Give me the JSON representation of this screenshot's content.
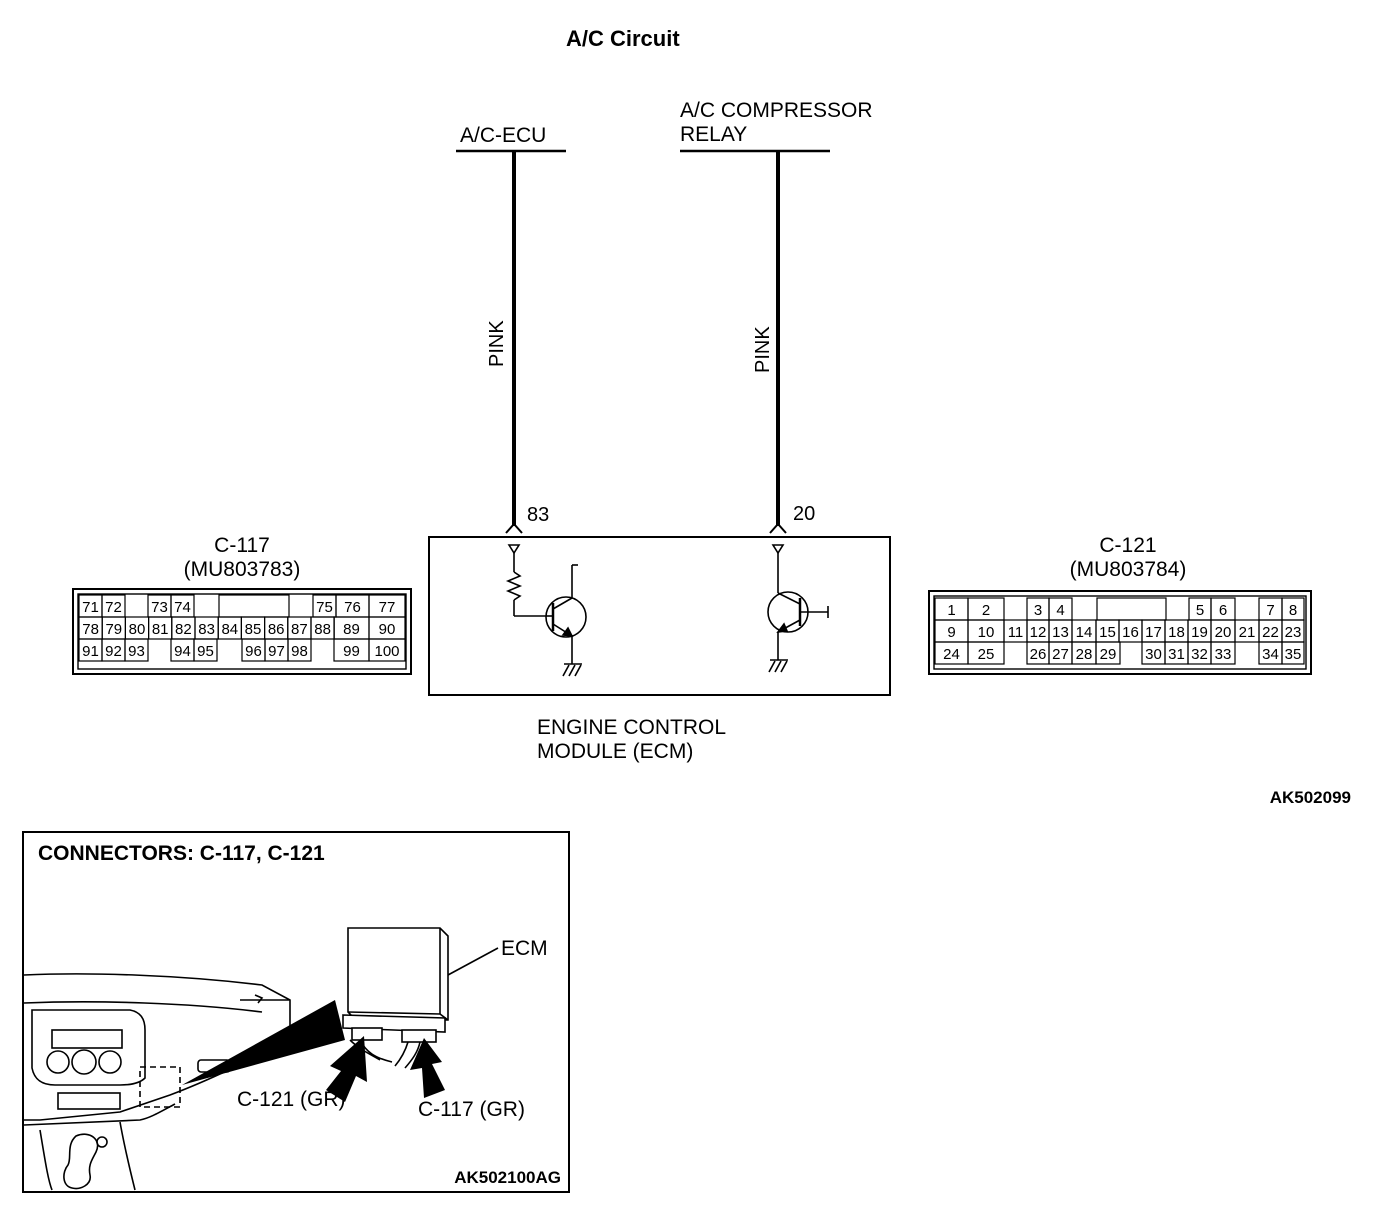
{
  "title": "A/C Circuit",
  "labels": {
    "ac_ecu": "A/C-ECU",
    "relay_line1": "A/C COMPRESSOR",
    "relay_line2": "RELAY",
    "wire_color_left": "PINK",
    "wire_color_right": "PINK",
    "pin_left": "83",
    "pin_right": "20",
    "ecm_line1": "ENGINE CONTROL",
    "ecm_line2": "MODULE (ECM)",
    "figure_code_top": "AK502099"
  },
  "connector_c117": {
    "name": "C-117",
    "part": "(MU803783)",
    "rows": [
      [
        "71",
        "72",
        "",
        "73",
        "74",
        "",
        "",
        "",
        "",
        "75",
        "76",
        "77"
      ],
      [
        "78",
        "79",
        "80",
        "81",
        "82",
        "83",
        "84",
        "85",
        "86",
        "87",
        "88",
        "89",
        "90"
      ],
      [
        "91",
        "92",
        "93",
        "",
        "94",
        "95",
        "",
        "96",
        "97",
        "98",
        "",
        "99",
        "100"
      ]
    ]
  },
  "connector_c121": {
    "name": "C-121",
    "part": "(MU803784)",
    "rows": [
      [
        "1",
        "2",
        "",
        "3",
        "4",
        "",
        "",
        "",
        "",
        "5",
        "6",
        "",
        "7",
        "8"
      ],
      [
        "9",
        "10",
        "11",
        "12",
        "13",
        "14",
        "15",
        "16",
        "17",
        "18",
        "19",
        "20",
        "21",
        "22",
        "23"
      ],
      [
        "24",
        "25",
        "",
        "26",
        "27",
        "28",
        "29",
        "",
        "30",
        "31",
        "32",
        "33",
        "",
        "34",
        "35"
      ]
    ]
  },
  "inset": {
    "title": "CONNECTORS: C-117, C-121",
    "ecm_label": "ECM",
    "c121_label": "C-121 (GR)",
    "c117_label": "C-117 (GR)",
    "figure_code": "AK502100AG"
  }
}
